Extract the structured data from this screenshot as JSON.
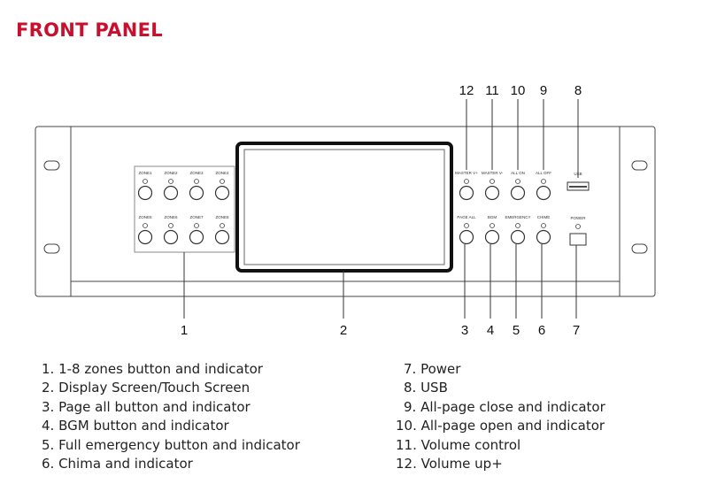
{
  "title": "FRONT PANEL",
  "zones": [
    "ZONE1",
    "ZONE2",
    "ZONE3",
    "ZONE4",
    "ZONE5",
    "ZONE6",
    "ZONE7",
    "ZONE8"
  ],
  "right_top": [
    "MASTER V+",
    "MASTER V-",
    "ALL ON",
    "ALL OFF"
  ],
  "right_bottom": [
    "PAGE ALL",
    "BGM",
    "EMERGENCY",
    "CHIME"
  ],
  "usb_label": "USB",
  "power_label": "POWER",
  "callouts_top": [
    "12",
    "11",
    "10",
    "9",
    "8"
  ],
  "callouts_bottom": [
    "1",
    "2",
    "3",
    "4",
    "5",
    "6",
    "7"
  ],
  "legend_left": [
    "1. 1-8 zones button and indicator",
    "2. Display Screen/Touch Screen",
    "3. Page all button and indicator",
    "4. BGM button and indicator",
    "5. Full emergency button and indicator",
    "6. Chima and indicator"
  ],
  "legend_right": [
    "7. Power",
    "8. USB",
    "9. All-page close and indicator",
    "10. All-page open and indicator",
    "11. Volume control",
    "12. Volume up+"
  ],
  "colors": {
    "title": "#c8102e"
  }
}
